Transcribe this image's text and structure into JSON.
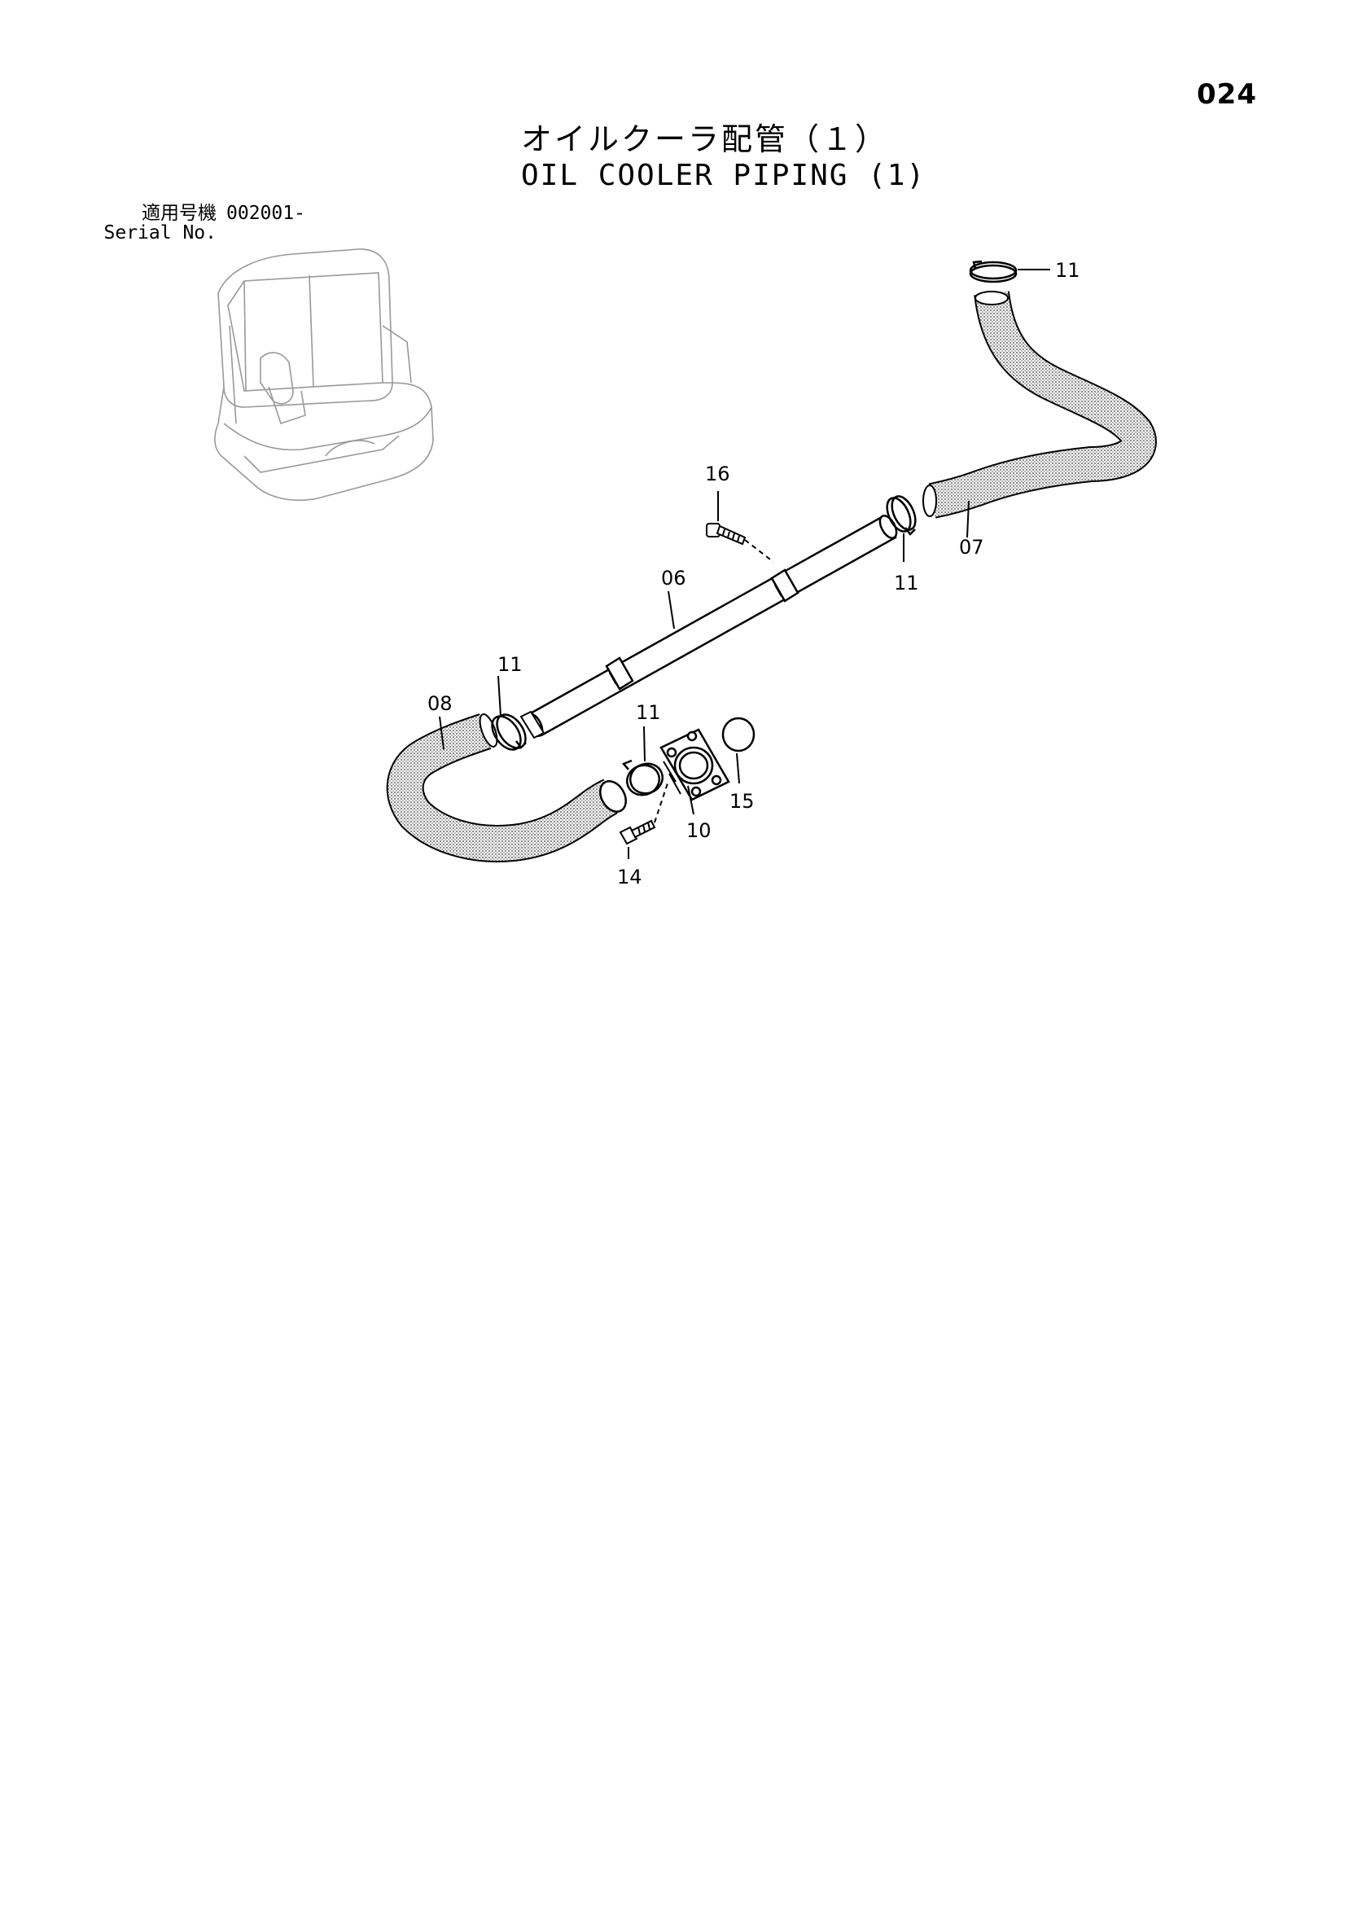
{
  "page_number": "024",
  "title_jp": "オイルクーラ配管（１）",
  "title_en": "OIL COOLER PIPING (1)",
  "serial": {
    "label_jp": "適用号機",
    "label_en": "Serial No.",
    "value": "002001-"
  },
  "callouts": {
    "c11_top": "11",
    "c16": "16",
    "c07": "07",
    "c06": "06",
    "c11_mid_right": "11",
    "c11_left": "11",
    "c08": "08",
    "c11_bottom": "11",
    "c15": "15",
    "c10": "10",
    "c14": "14"
  }
}
